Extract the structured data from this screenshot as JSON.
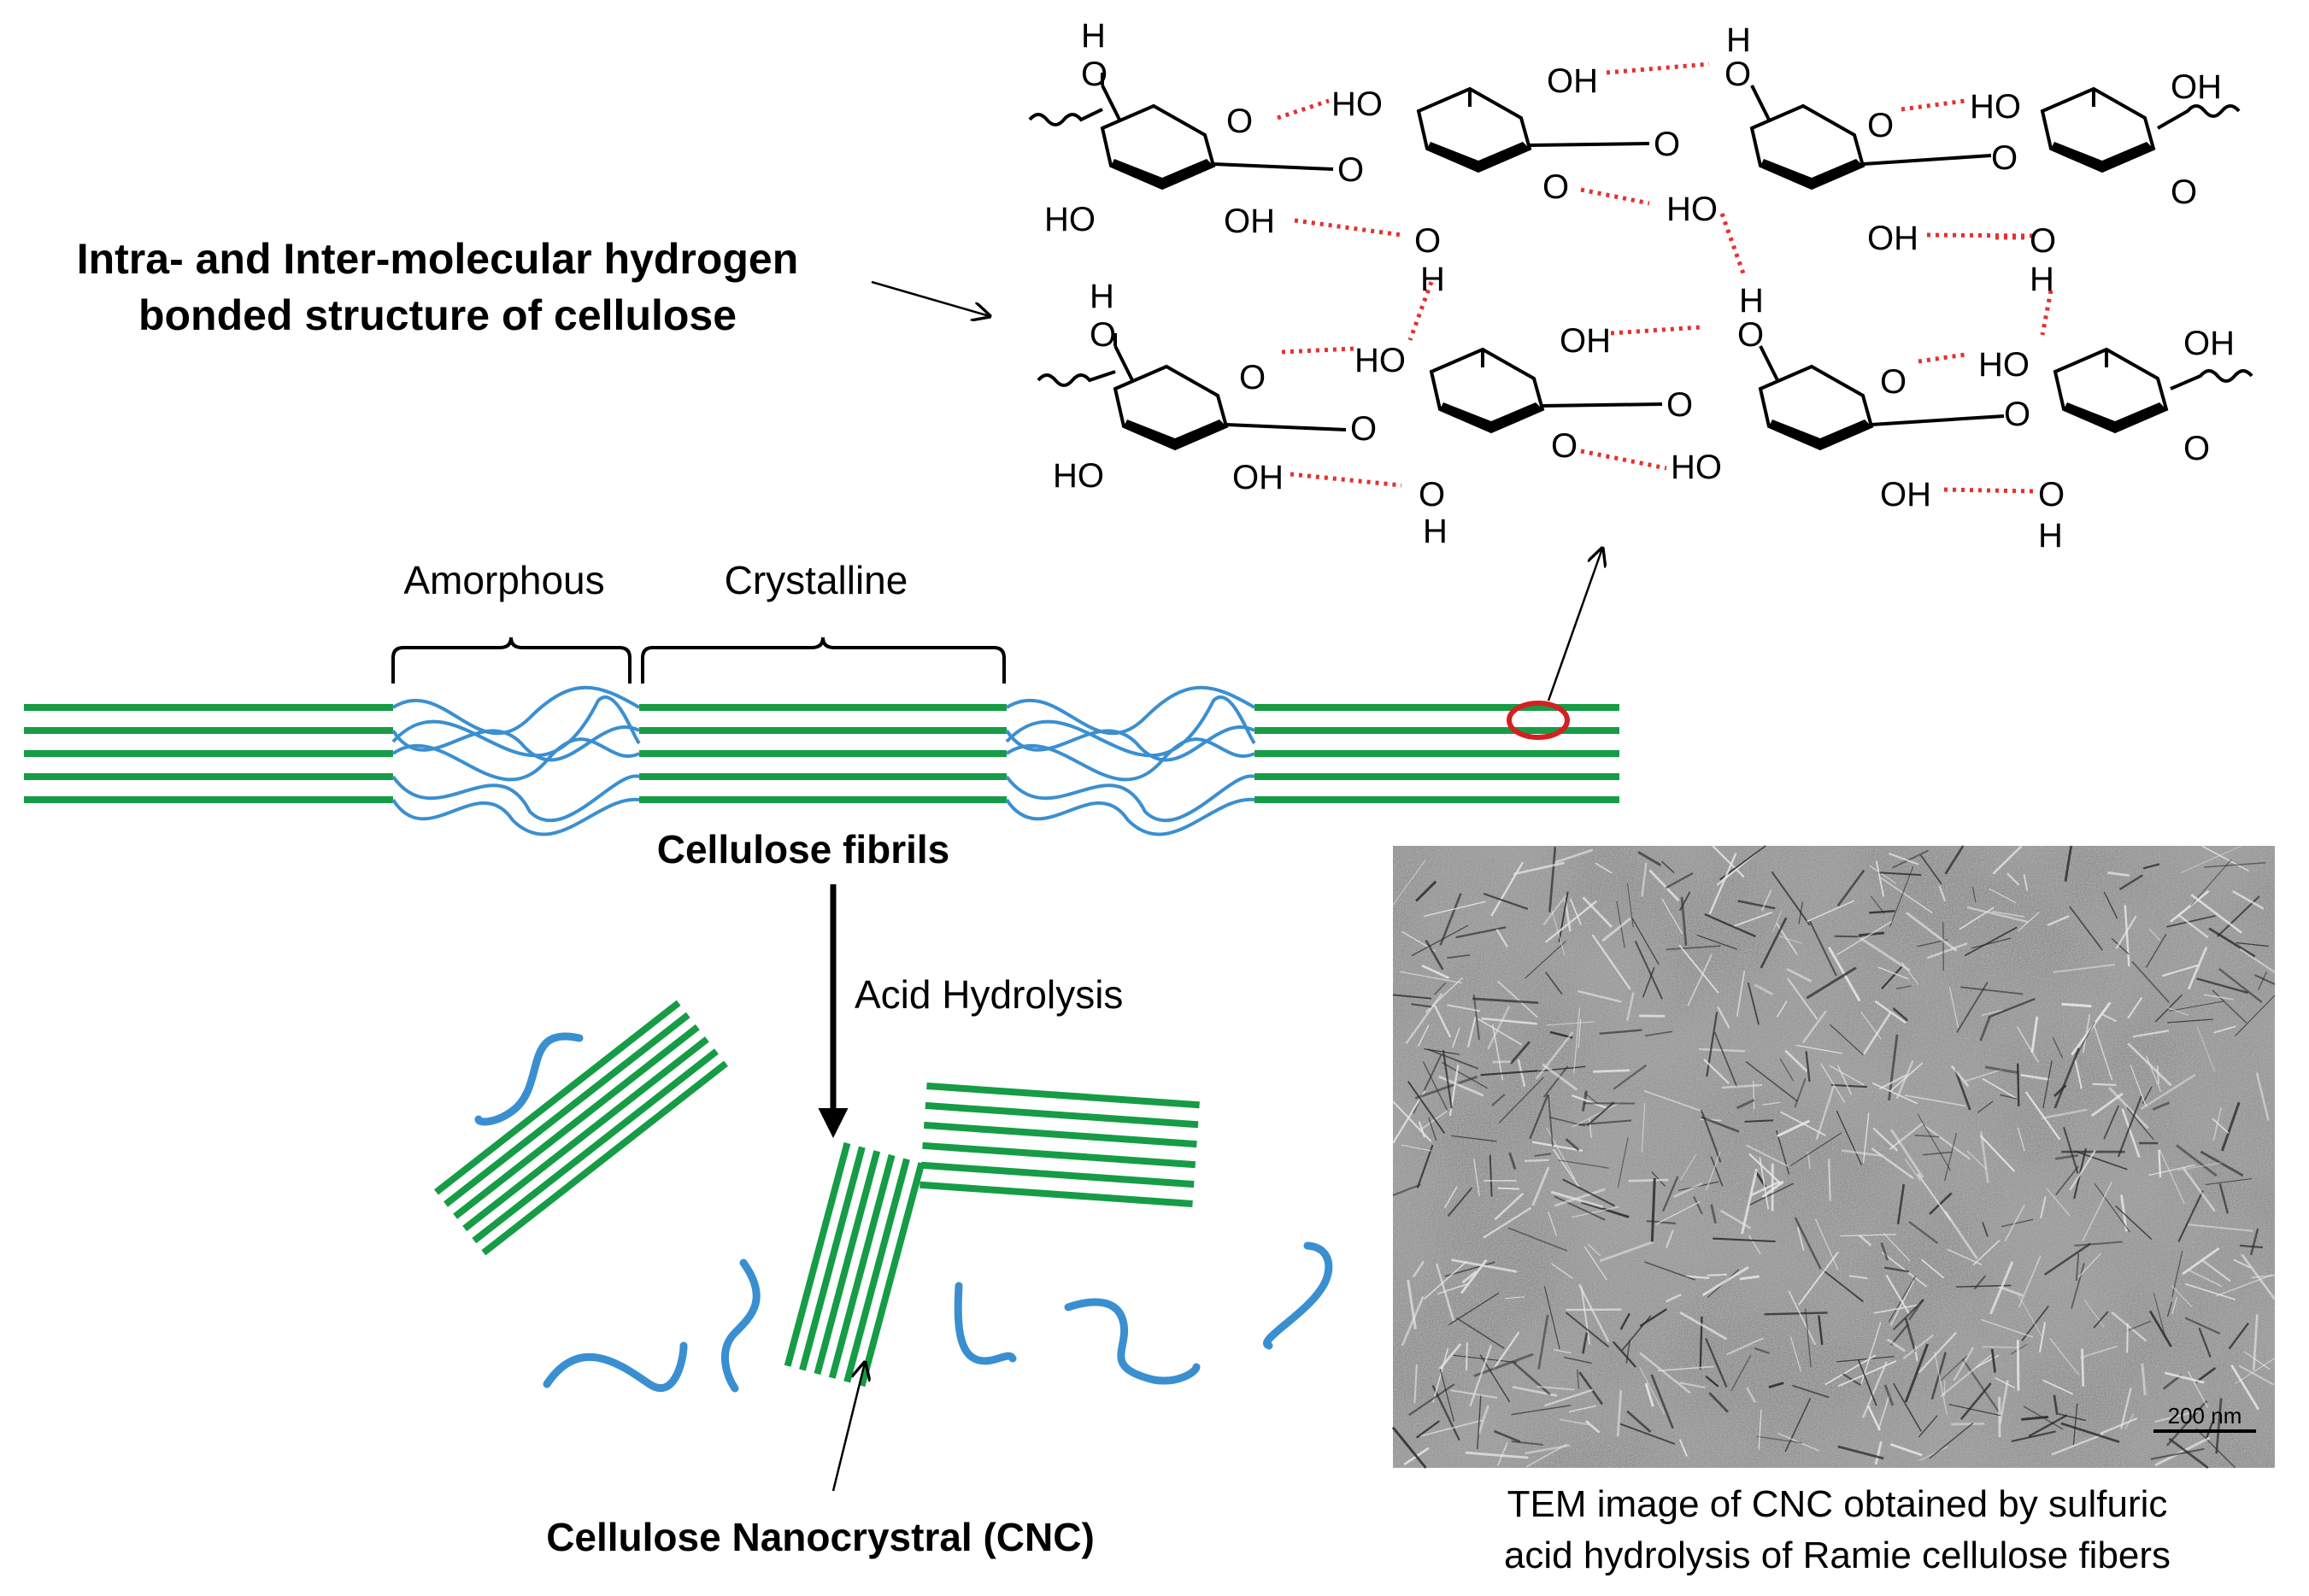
{
  "labels": {
    "hbond_title_line1": "Intra- and Inter-molecular hydrogen",
    "hbond_title_line2": "bonded structure of cellulose",
    "amorphous": "Amorphous",
    "crystalline": "Crystalline",
    "fibrils": "Cellulose fibrils",
    "acid": "Acid Hydrolysis",
    "cnc": "Cellulose Nanocrystral (CNC)",
    "tem_caption_line1": "TEM image of CNC obtained by sulfuric",
    "tem_caption_line2": "acid hydrolysis of Ramie cellulose fibers",
    "scale_bar": "200 nm"
  },
  "chem": {
    "H": "H",
    "O": "O",
    "OH": "OH",
    "HO": "HO"
  },
  "colors": {
    "crystalline_green": "#169c46",
    "amorphous_blue": "#3a8fd0",
    "hbond_red": "#e53030",
    "highlight_red": "#d42020"
  }
}
